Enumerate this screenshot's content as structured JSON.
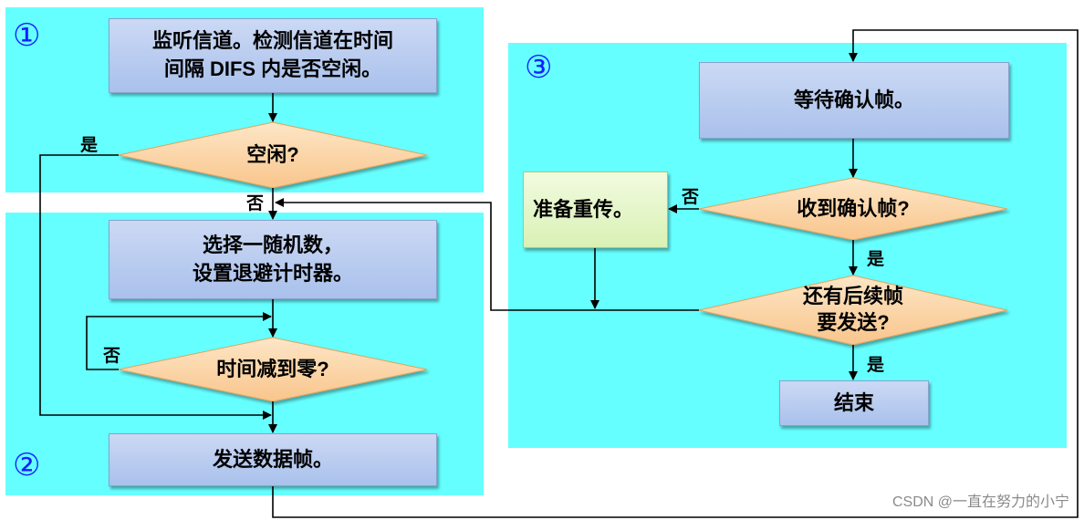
{
  "sections": {
    "one": "①",
    "two": "②",
    "three": "③"
  },
  "boxes": {
    "listen_l1": "监听信道。检测信道在时间",
    "listen_l2": "间隔 DIFS 内是否空闲。",
    "random_l1": "选择一随机数，",
    "random_l2": "设置退避计时器。",
    "send": "发送数据帧。",
    "wait": "等待确认帧。",
    "retransmit": "准备重传。",
    "end": "结束"
  },
  "decisions": {
    "idle": "空闲?",
    "time_zero": "时间减到零?",
    "ack_received": "收到确认帧?",
    "more_l1": "还有后续帧",
    "more_l2": "要发送?"
  },
  "labels": {
    "yes": "是",
    "no": "否"
  },
  "watermark": "CSDN @一直在努力的小宁",
  "colors": {
    "panel": "#66ffff",
    "box": "#b8cdf0",
    "diamond": "#fbd4a4",
    "retransmit_box": "#e3f6c8",
    "number": "#1420ff"
  }
}
